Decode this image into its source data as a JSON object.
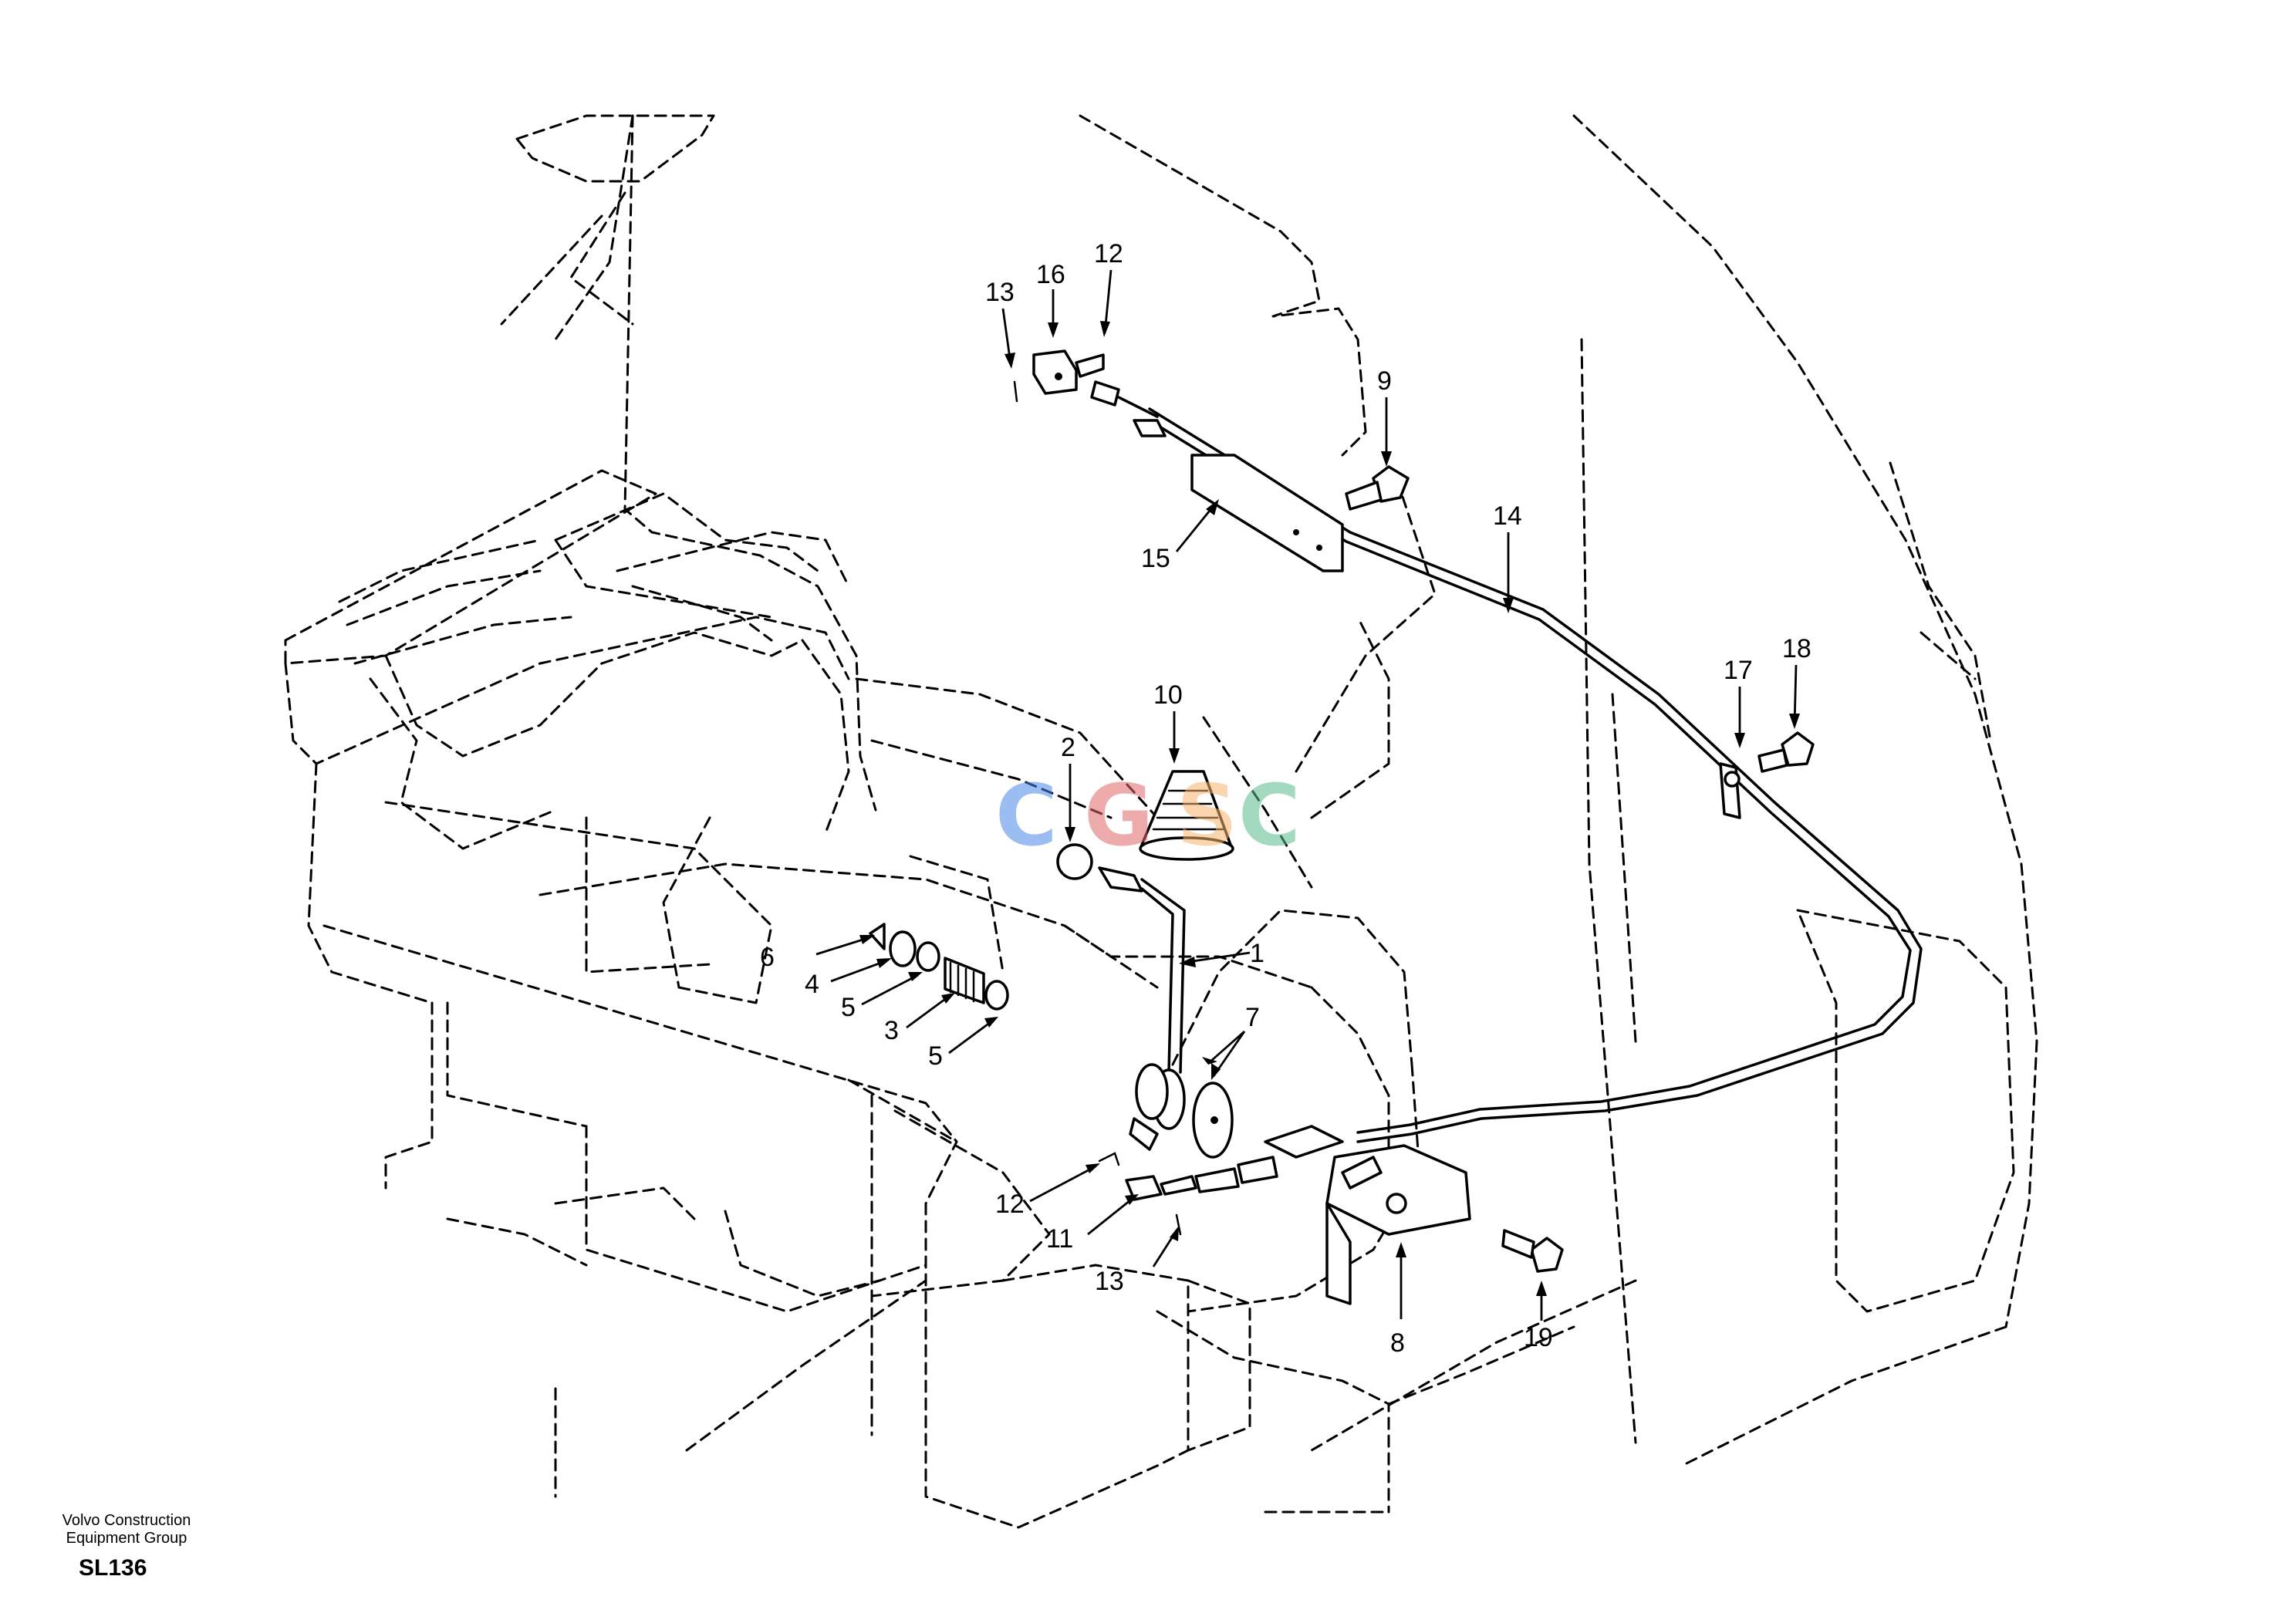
{
  "callouts": {
    "c1": "1",
    "c2": "2",
    "c3": "3",
    "c4": "4",
    "c5a": "5",
    "c5b": "5",
    "c6": "6",
    "c7": "7",
    "c8": "8",
    "c9": "9",
    "c10": "10",
    "c11": "11",
    "c12a": "12",
    "c12b": "12",
    "c13a": "13",
    "c13b": "13",
    "c14": "14",
    "c15": "15",
    "c16": "16",
    "c17": "17",
    "c18": "18",
    "c19": "19"
  },
  "watermark": {
    "letters": [
      "C",
      "G",
      "S",
      "C"
    ],
    "colors": [
      "#4a86e8",
      "#e06666",
      "#f6b26b",
      "#57bb8a"
    ]
  },
  "footer": {
    "company_line1": "Volvo Construction",
    "company_line2": "Equipment Group",
    "code": "SL136"
  }
}
